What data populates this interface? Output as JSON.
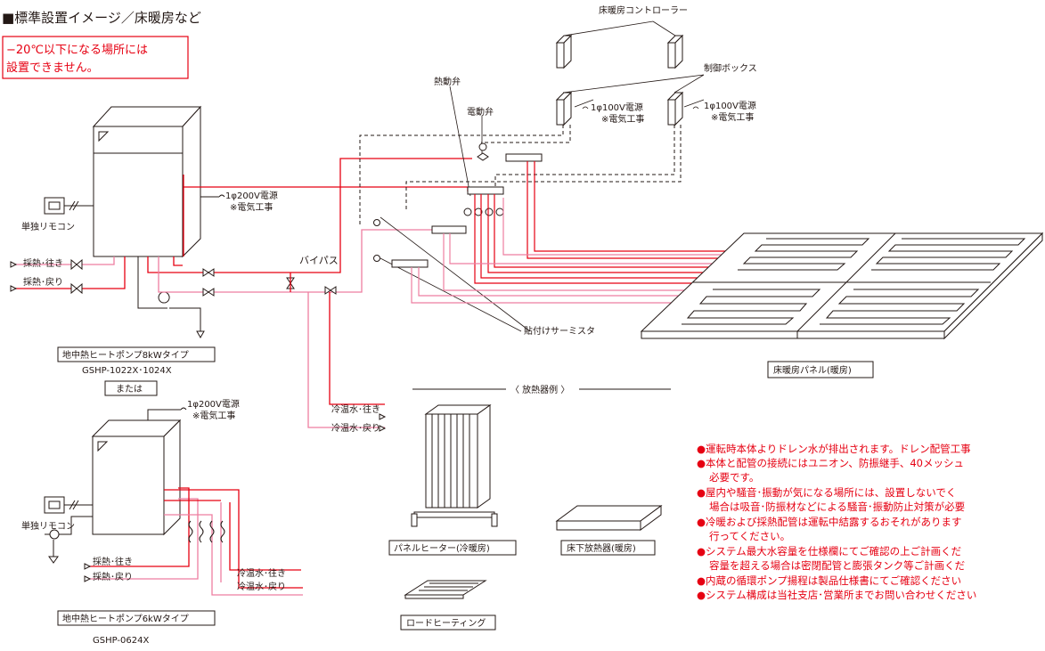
{
  "title": "■標準設置イメージ／床暖房など",
  "warning": {
    "line1": "−20℃以下になる場所には",
    "line2": "設置できません。"
  },
  "labels": {
    "floor_controller": "床暖房コントローラー",
    "control_box": "制御ボックス",
    "thermal_valve": "熱動弁",
    "motor_valve": "電動弁",
    "power_100v_a": "1φ100V電源",
    "electric_work_a": "※電気工事",
    "power_100v_b": "1φ100V電源",
    "electric_work_b": "※電気工事",
    "power_200v_a": "1φ200V電源",
    "electric_work_c": "※電気工事",
    "power_200v_b": "1φ200V電源",
    "electric_work_d": "※電気工事",
    "remote_a": "単独リモコン",
    "remote_b": "単独リモコン",
    "heat_go_a": "採熱･往き",
    "heat_return_a": "採熱･戻り",
    "heat_go_b": "採熱･往き",
    "heat_return_b": "採熱･戻り",
    "bypass": "バイパス",
    "cool_go_a": "冷温水･往き",
    "cool_return_a": "冷温水･戻り",
    "cool_go_b": "冷温水･往き",
    "cool_return_b": "冷温水･戻り",
    "thermistor": "貼付けサーミスタ",
    "floor_panel": "床暖房パネル(暖房)",
    "radiator_examples": "〈 放熱器例 〉",
    "panel_heater": "パネルヒーター(冷暖房)",
    "underfloor_radiator": "床下放熱器(暖房)",
    "road_heating": "ロードヒーティング",
    "unit_8kw": "地中熱ヒートポンプ8kWタイプ",
    "model_8kw": "GSHP-1022X･1024X",
    "or": "または",
    "unit_6kw": "地中熱ヒートポンプ6kWタイプ",
    "model_6kw": "GSHP-0624X"
  },
  "notes": [
    "●運転時本体よりドレン水が排出されます。ドレン配管工事",
    "●本体と配管の接続にはユニオン、防振継手、40メッシュ",
    "必要です。",
    "●屋内や騒音･振動が気になる場所には、設置しないでく",
    "場合は吸音･防振材などによる騒音･振動防止対策が必要",
    "●冷暖および採熱配管は運転中結露するおそれがあります",
    "行ってください。",
    "●システム最大水容量を仕様欄にてご確認の上ご計画くだ",
    "容量を超える場合は密閉配管と膨張タンク等ご計画くだ",
    "●内蔵の循環ポンプ揚程は製品仕様書にてご確認ください",
    "●システム構成は当社支店･営業所までお問い合わせください"
  ],
  "colors": {
    "hot_pipe": "#e60012",
    "return_pipe": "#ee7ea0",
    "line": "#231815",
    "warning": "#e60012"
  }
}
